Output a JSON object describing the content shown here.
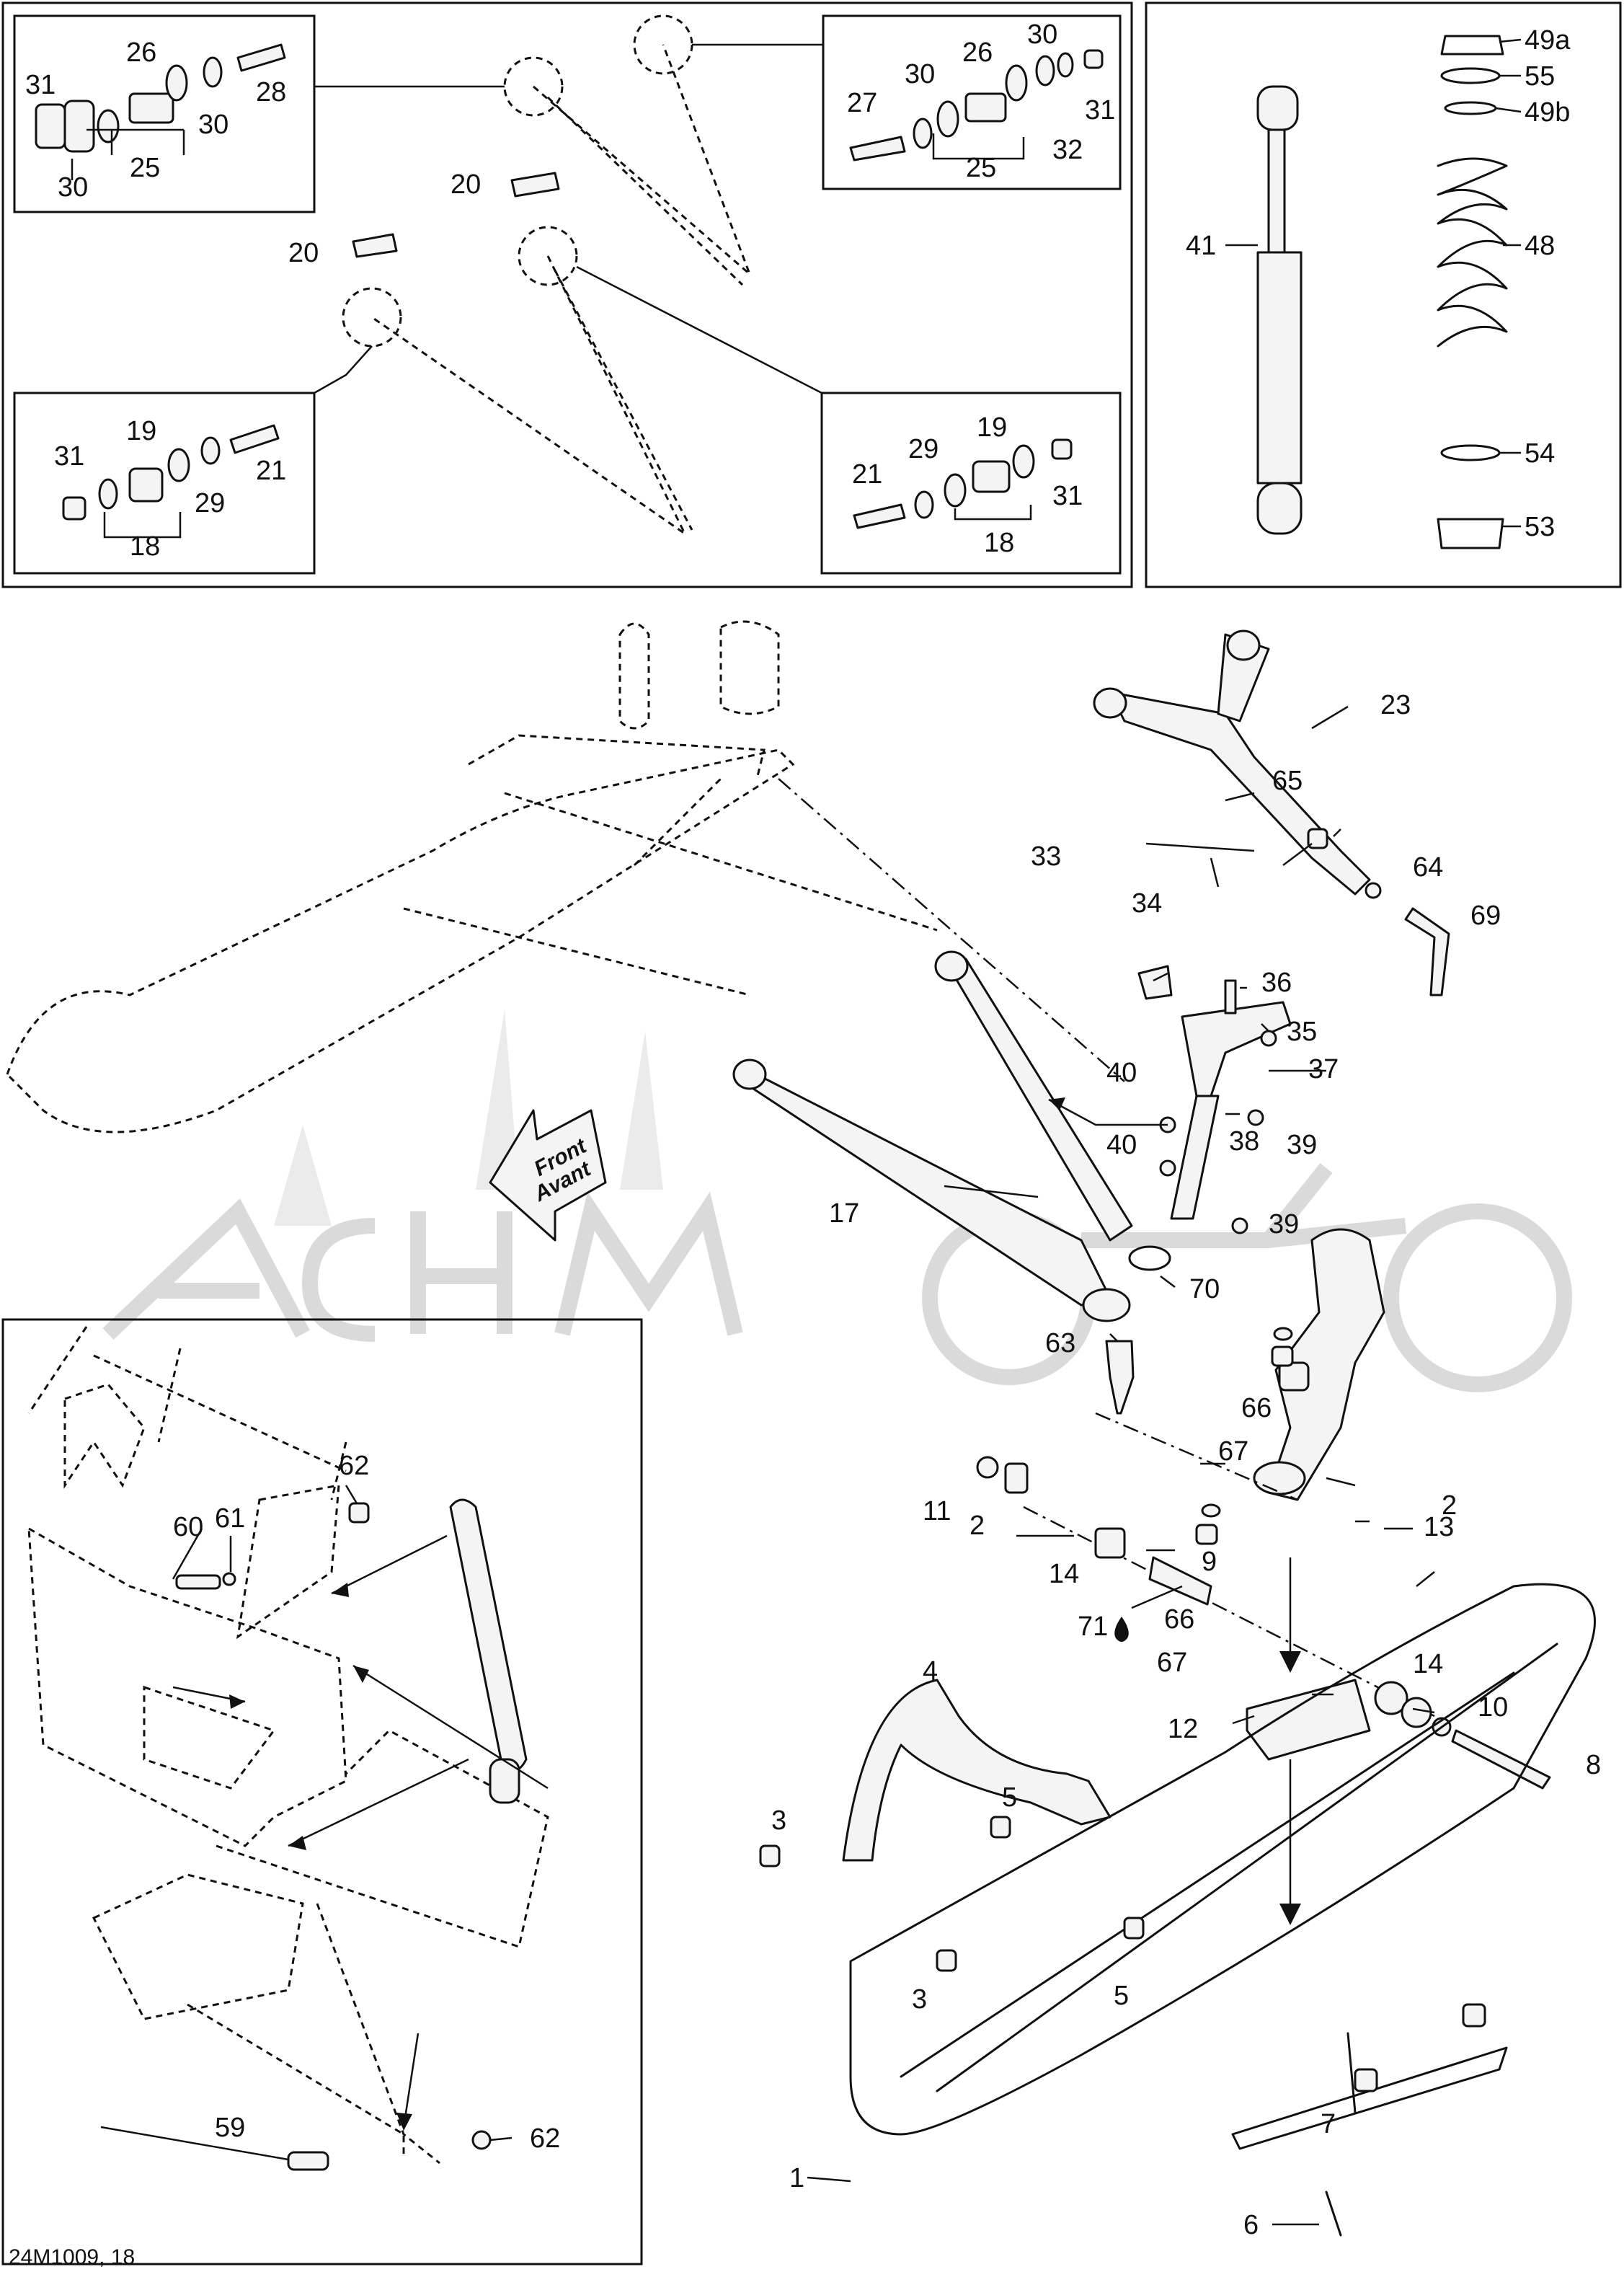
{
  "diagram_ref": "24M1009, 18",
  "direction_label": {
    "line1": "Front",
    "line2": "Avant"
  },
  "callouts": {
    "c1": "1",
    "c2": "2",
    "c2b": "2",
    "c3": "3",
    "c3b": "3",
    "c4": "4",
    "c5": "5",
    "c5b": "5",
    "c6": "6",
    "c7": "7",
    "c8": "8",
    "c9": "9",
    "c10": "10",
    "c11": "11",
    "c12": "12",
    "c13": "13",
    "c14": "14",
    "c14b": "14",
    "c17": "17",
    "c18a": "18",
    "c18b": "18",
    "c19a": "19",
    "c19b": "19",
    "c20a": "20",
    "c20b": "20",
    "c21a": "21",
    "c21b": "21",
    "c23": "23",
    "c25a": "25",
    "c25b": "25",
    "c26a": "26",
    "c26b": "26",
    "c27": "27",
    "c28": "28",
    "c29a": "29",
    "c29b": "29",
    "c30a": "30",
    "c30b": "30",
    "c30c": "30",
    "c30d": "30",
    "c31a": "31",
    "c31b": "31",
    "c31c": "31",
    "c31d": "31",
    "c32": "32",
    "c33": "33",
    "c34": "34",
    "c35": "35",
    "c36": "36",
    "c37": "37",
    "c38": "38",
    "c39a": "39",
    "c39b": "39",
    "c40a": "40",
    "c40b": "40",
    "c41": "41",
    "c48": "48",
    "c49a": "49a",
    "c49b": "49b",
    "c53": "53",
    "c54": "54",
    "c55": "55",
    "c59": "59",
    "c60": "60",
    "c61": "61",
    "c62a": "62",
    "c62b": "62",
    "c63": "63",
    "c64": "64",
    "c65": "65",
    "c66a": "66",
    "c66b": "66",
    "c67a": "67",
    "c67b": "67",
    "c69": "69",
    "c70": "70",
    "c71": "71"
  }
}
